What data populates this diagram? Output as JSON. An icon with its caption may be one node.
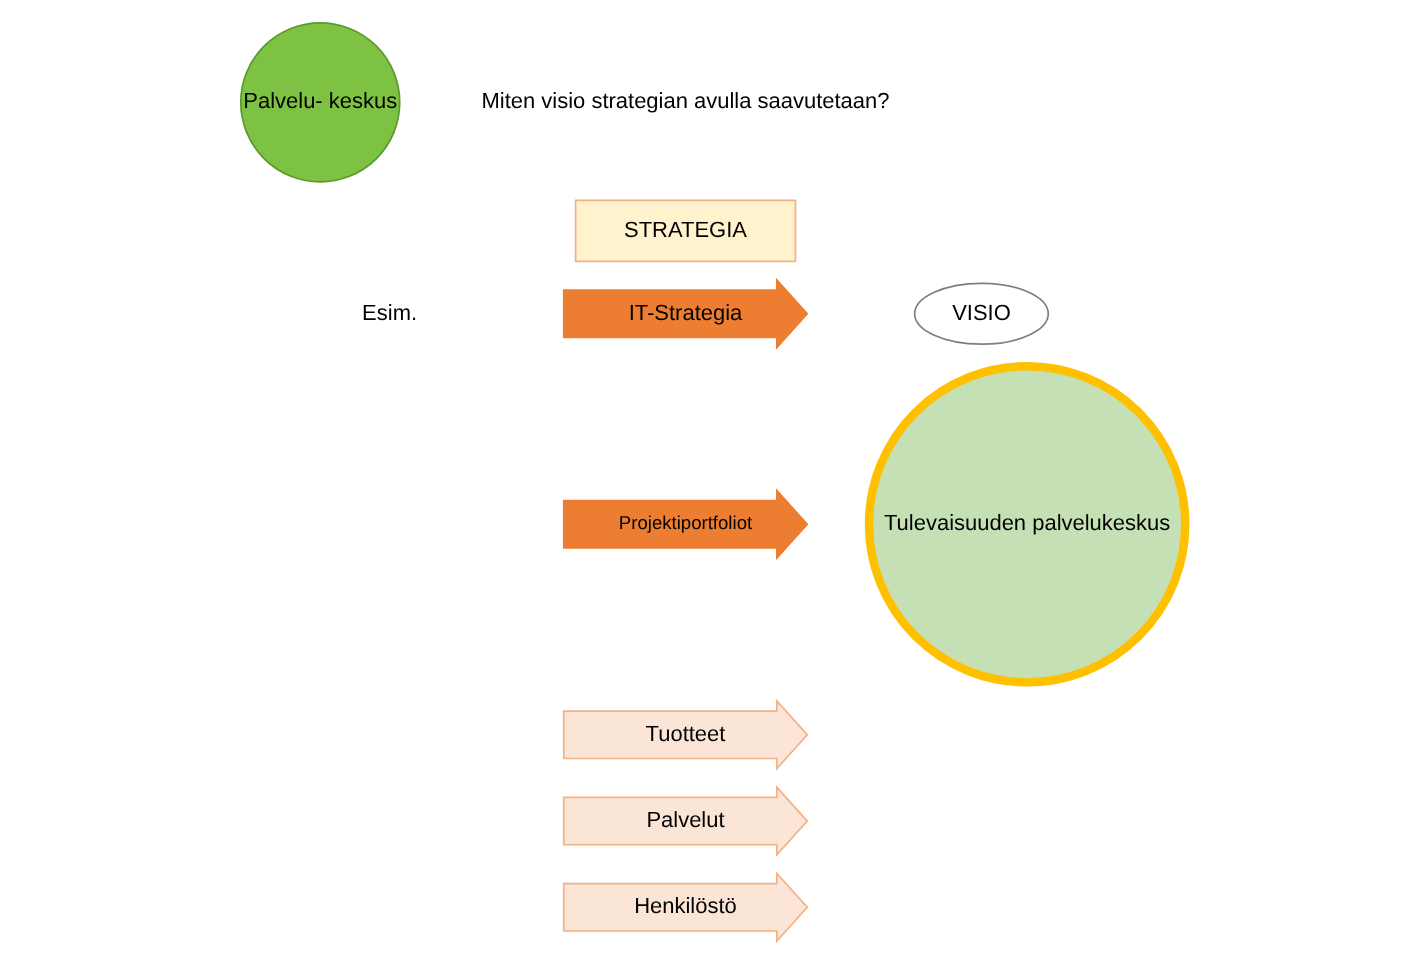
{
  "diagram": {
    "nodes": [
      {
        "text": [
          "Palvelu- keskus"
        ]
      },
      {
        "text": [
          "STRATEGIA"
        ]
      },
      {
        "text": [
          "IT-Strategia"
        ]
      },
      {
        "text": [
          "Projektiportfoliot"
        ]
      },
      {
        "text": [
          "Tuotteet"
        ]
      },
      {
        "text": [
          "Palvelut"
        ]
      },
      {
        "text": [
          "Henkilöstö"
        ]
      },
      {
        "text": [
          "VISIO"
        ]
      },
      {
        "text": [
          "Tulevaisuuden palvelukeskus"
        ]
      }
    ],
    "edges": [],
    "labels": [
      "Miten visio strategian avulla saavutetaan?",
      "Esim."
    ]
  }
}
